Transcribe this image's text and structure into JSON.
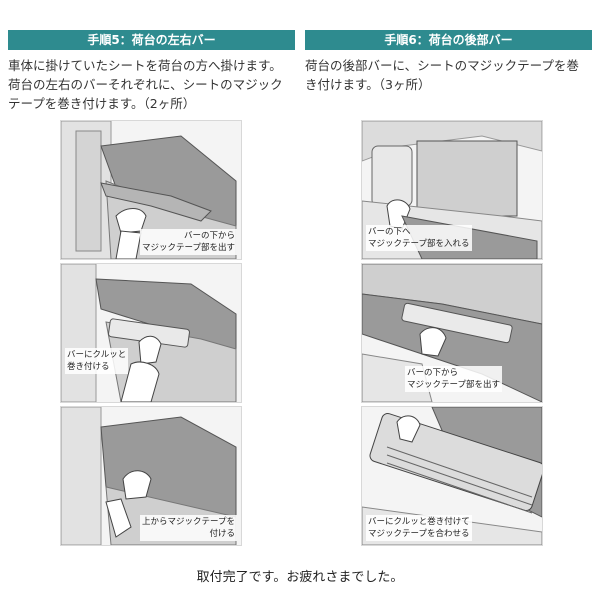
{
  "left": {
    "header": "手順5：荷台の左右バー",
    "desc_line1": "車体に掛けていたシートを荷台の方へ掛けます。",
    "desc_line2": "荷台の左右のバーそれぞれに、シートのマジック",
    "desc_line3": "テープを巻き付けます。（2ヶ所）",
    "captions": [
      {
        "line1": "バーの下から",
        "line2": "マジックテープ部を出す"
      },
      {
        "line1": "バーにクルッと",
        "line2": "巻き付ける"
      },
      {
        "line1": "上からマジックテープを",
        "line2": "付ける"
      }
    ]
  },
  "right": {
    "header": "手順6：荷台の後部バー",
    "desc_line1": "荷台の後部バーに、シートのマジックテープを巻",
    "desc_line2": "き付けます。（3ヶ所）",
    "captions": [
      {
        "line1": "バーの下へ",
        "line2": "マジックテープ部を入れる"
      },
      {
        "line1": "バーの下から",
        "line2": "マジックテープ部を出す"
      },
      {
        "line1": "バーにクルッと巻き付けて",
        "line2": "マジックテープを合わせる"
      }
    ]
  },
  "footer": "取付完了です。お疲れさまでした。"
}
